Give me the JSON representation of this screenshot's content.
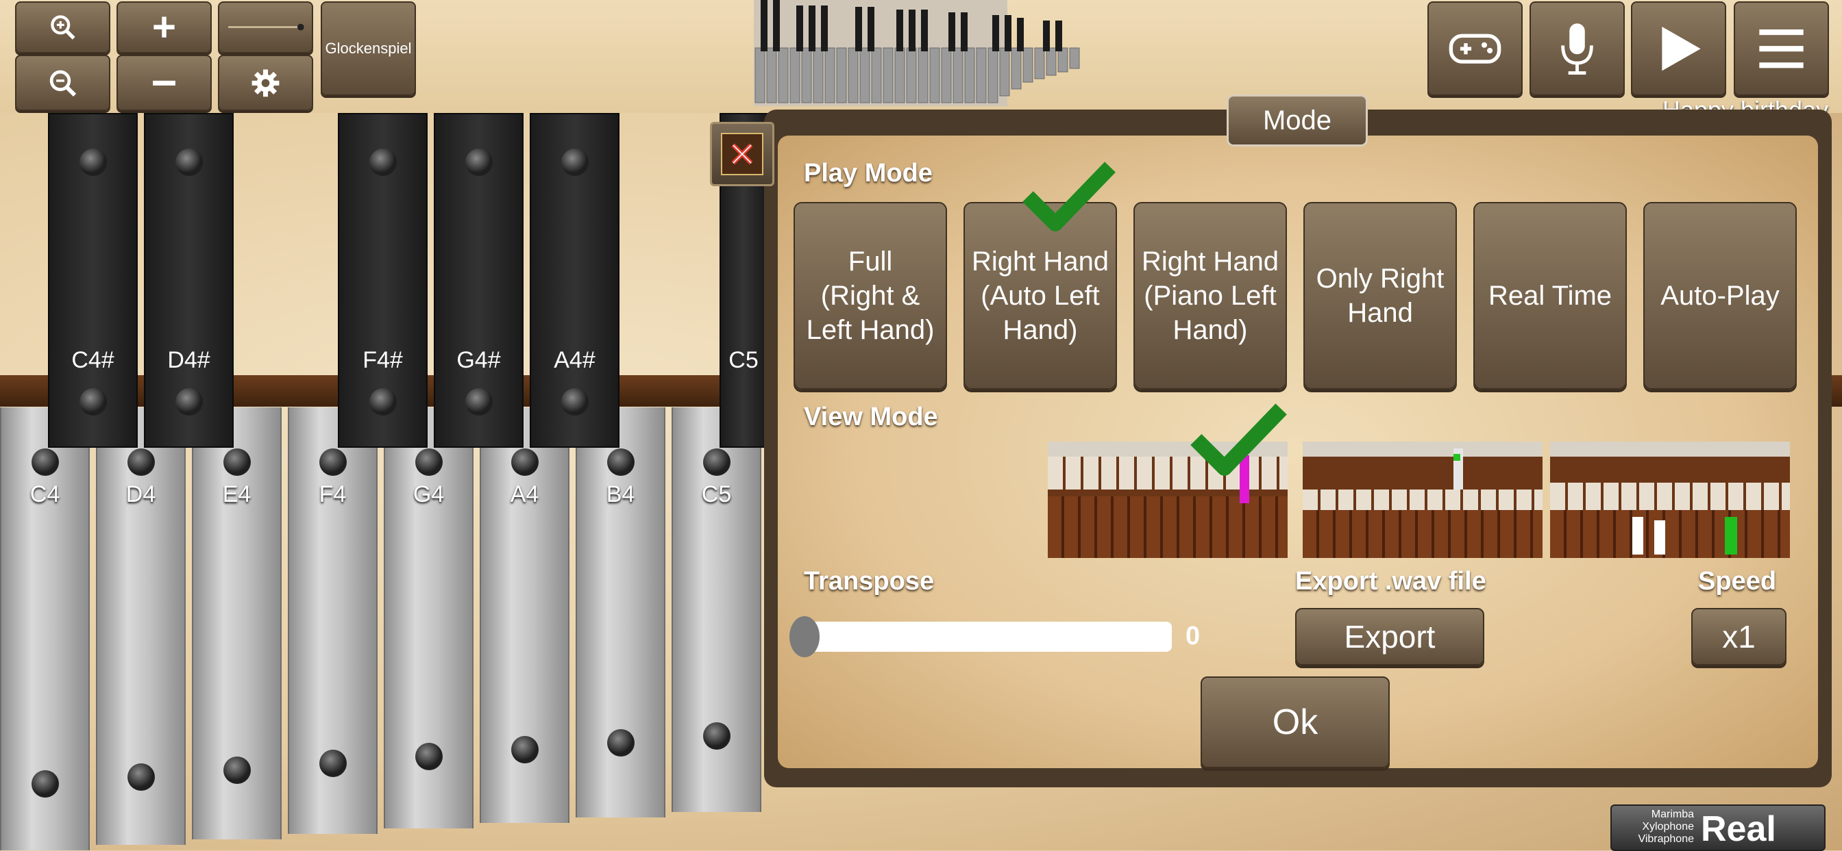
{
  "instrument_name": "Glockenspiel",
  "song_title": "Happy birthday",
  "white_keys": [
    "C4",
    "D4",
    "E4",
    "F4",
    "G4",
    "A4",
    "B4",
    "C5"
  ],
  "black_keys": [
    "C4#",
    "D4#",
    "F4#",
    "G4#",
    "A4#",
    "C5"
  ],
  "brand": {
    "line1": "Marimba",
    "line2": "Xylophone",
    "line3": "Vibraphone",
    "big": "Real"
  },
  "modal": {
    "tab_label": "Mode",
    "play_mode_title": "Play Mode",
    "play_modes": [
      {
        "label": "Full\n(Right &\nLeft Hand)"
      },
      {
        "label": "Right Hand\n(Auto Left\nHand)"
      },
      {
        "label": "Right Hand\n(Piano Left\nHand)"
      },
      {
        "label": "Only Right\nHand"
      },
      {
        "label": "Real Time"
      },
      {
        "label": "Auto-Play"
      }
    ],
    "selected_play_mode": 1,
    "view_mode_title": "View Mode",
    "selected_view_mode": 0,
    "transpose_title": "Transpose",
    "transpose_value": "0",
    "export_title": "Export .wav file",
    "export_label": "Export",
    "speed_title": "Speed",
    "speed_value": "x1",
    "ok_label": "Ok"
  },
  "colors": {
    "accent_check": "#1f8a1f",
    "button_brown": "#6e5c46"
  }
}
